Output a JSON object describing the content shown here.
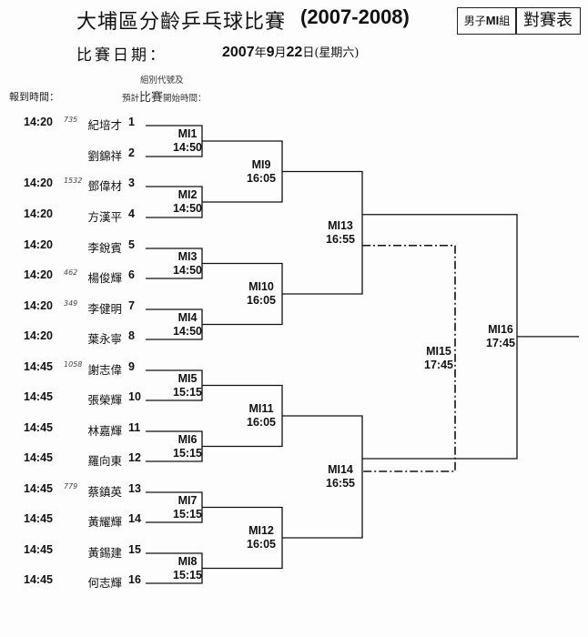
{
  "header": {
    "title": "大埔區分齡乒乓球比賽",
    "title_year": "(2007-2008)",
    "category": "男子MI組",
    "category_prefix": "男子",
    "category_code": "MI",
    "category_suffix": "組",
    "draw_label": "對賽表",
    "date_label": "比賽日期：",
    "date_year": "2007",
    "date_year_unit": "年",
    "date_month": "9",
    "date_month_unit": "月",
    "date_day": "22",
    "date_day_unit": "日",
    "date_weekday": "(星期六)",
    "note_line1": "組別代號及",
    "note_line2_prefix": "預計",
    "note_line2_big": "比賽",
    "note_line2_suffix": "開始時間：",
    "report_label": "報到時間："
  },
  "players": [
    {
      "seed": "1",
      "name": "紀培才",
      "time": "14:20",
      "note": "735"
    },
    {
      "seed": "2",
      "name": "劉錦祥",
      "time": "",
      "note": ""
    },
    {
      "seed": "3",
      "name": "鄧偉材",
      "time": "14:20",
      "note": "1532"
    },
    {
      "seed": "4",
      "name": "方漢平",
      "time": "14:20",
      "note": ""
    },
    {
      "seed": "5",
      "name": "李銳賓",
      "time": "14:20",
      "note": ""
    },
    {
      "seed": "6",
      "name": "楊俊輝",
      "time": "14:20",
      "note": "462"
    },
    {
      "seed": "7",
      "name": "李健明",
      "time": "14:20",
      "note": "349"
    },
    {
      "seed": "8",
      "name": "葉永寧",
      "time": "14:20",
      "note": ""
    },
    {
      "seed": "9",
      "name": "謝志偉",
      "time": "14:45",
      "note": "1058"
    },
    {
      "seed": "10",
      "name": "張榮輝",
      "time": "14:45",
      "note": ""
    },
    {
      "seed": "11",
      "name": "林嘉輝",
      "time": "14:45",
      "note": ""
    },
    {
      "seed": "12",
      "name": "羅向東",
      "time": "14:45",
      "note": ""
    },
    {
      "seed": "13",
      "name": "蔡鎮英",
      "time": "14:45",
      "note": "779"
    },
    {
      "seed": "14",
      "name": "黃耀輝",
      "time": "14:45",
      "note": ""
    },
    {
      "seed": "15",
      "name": "黃錫建",
      "time": "14:45",
      "note": ""
    },
    {
      "seed": "16",
      "name": "何志輝",
      "time": "14:45",
      "note": ""
    }
  ],
  "matches": {
    "r1": [
      {
        "code": "MI1",
        "time": "14:50"
      },
      {
        "code": "MI2",
        "time": "14:50"
      },
      {
        "code": "MI3",
        "time": "14:50"
      },
      {
        "code": "MI4",
        "time": "14:50"
      },
      {
        "code": "MI5",
        "time": "15:15"
      },
      {
        "code": "MI6",
        "time": "15:15"
      },
      {
        "code": "MI7",
        "time": "15:15"
      },
      {
        "code": "MI8",
        "time": "15:15"
      }
    ],
    "r2": [
      {
        "code": "MI9",
        "time": "16:05"
      },
      {
        "code": "MI10",
        "time": "16:05"
      },
      {
        "code": "MI11",
        "time": "16:05"
      },
      {
        "code": "MI12",
        "time": "16:05"
      }
    ],
    "r3": [
      {
        "code": "MI13",
        "time": "16:55"
      },
      {
        "code": "MI14",
        "time": "16:55"
      }
    ],
    "third_place": {
      "code": "MI15",
      "time": "17:45"
    },
    "final": {
      "code": "MI16",
      "time": "17:45"
    }
  }
}
